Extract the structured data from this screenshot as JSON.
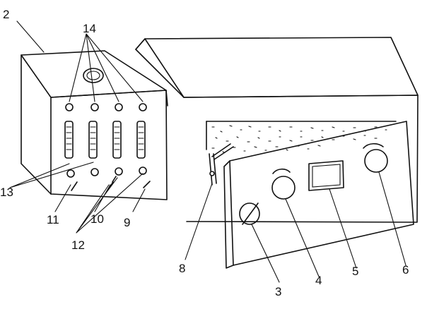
{
  "figure": {
    "labels": {
      "l2": "2",
      "l14": "14",
      "l13": "13",
      "l11": "11",
      "l9": "9",
      "l10": "10",
      "l12": "12",
      "l8": "8",
      "l3": "3",
      "l4": "4",
      "l5": "5",
      "l6": "6"
    }
  }
}
